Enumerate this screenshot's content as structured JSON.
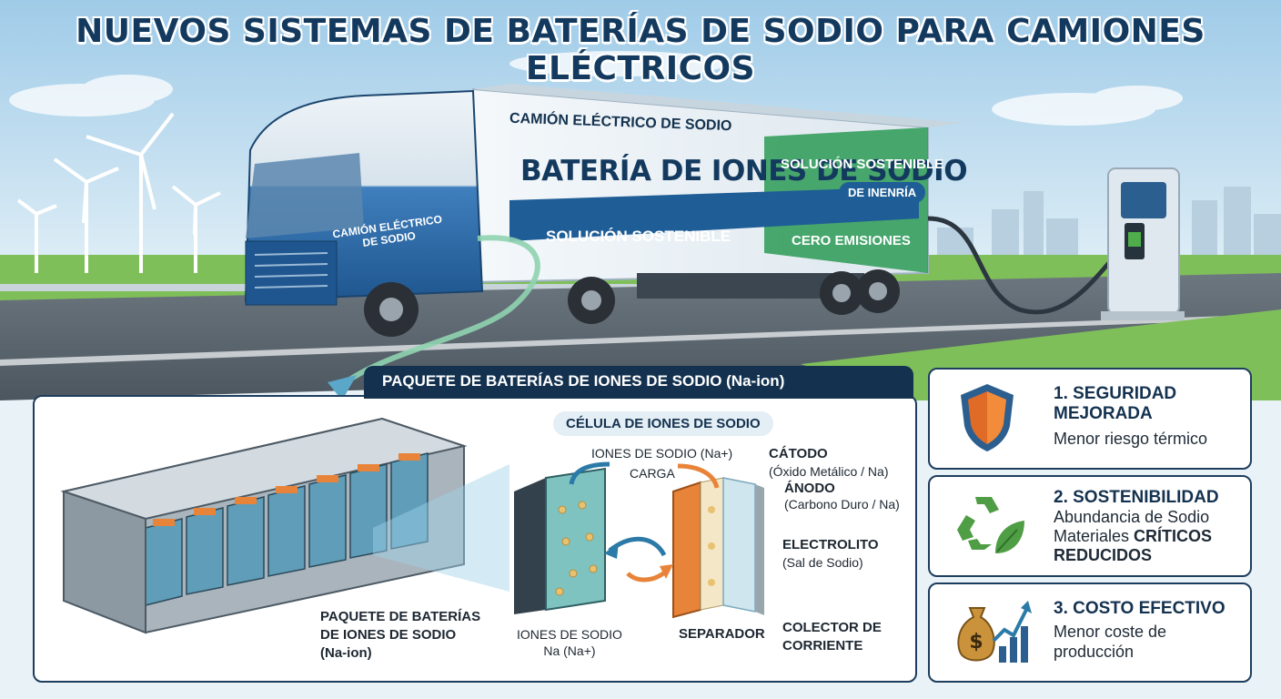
{
  "title": "NUEVOS SISTEMAS DE BATERÍAS DE SODIO PARA CAMIONES ELÉCTRICOS",
  "truck": {
    "cab_label_1": "CAMIÓN ELÉCTRICO",
    "cab_label_2": "DE SODIO",
    "trailer_top": "CAMIÓN ELÉCTRICO DE SODIO",
    "trailer_main": "BATERÍA DE IONES DE SODIO",
    "trailer_right_top": "SOLUCIÓN SOSTENIBLE",
    "trailer_badge": "DE INENRÍA",
    "trailer_bottom_left": "SOLUCIÓN SOSTENIBLE",
    "trailer_bottom_right": "CERO EMISIONES"
  },
  "pack_panel": {
    "header": "PAQUETE DE BATERÍAS DE IONES DE SODIO (Na-ion)",
    "pack_label_1": "PAQUETE DE BATERÍAS",
    "pack_label_2": "DE IONES DE SODIO",
    "pack_label_3": "(Na-ion)",
    "cell_header": "CÉLULA DE IONES DE SODIO",
    "ions_top": "IONES DE SODIO (Na+)",
    "carga": "CARGA",
    "catodo": "CÁTODO",
    "catodo_sub": "(Óxido Metálico / Na)",
    "anodo": "ÁNODO",
    "anodo_sub": "(Carbono Duro / Na)",
    "electrolito": "ELECTROLITO",
    "electrolito_sub": "(Sal de Sodio)",
    "ions_bottom_1": "IONES DE SODIO",
    "ions_bottom_2": "Na (Na+)",
    "separador": "SEPARADOR",
    "colector_1": "COLECTOR DE",
    "colector_2": "CORRIENTE"
  },
  "benefits": [
    {
      "title_1": "1. SEGURIDAD",
      "title_2": "MEJORADA",
      "desc_1": "Menor riesgo térmico",
      "icon": "shield-icon"
    },
    {
      "title_1": "2. SOSTENIBILIDAD",
      "desc_1": "Abundancia de Sodio",
      "desc_2a": "Materiales ",
      "desc_2b": "CRÍTICOS",
      "desc_3": "REDUCIDOS",
      "icon": "recycle-leaf-icon"
    },
    {
      "title_1": "3. COSTO EFECTIVO",
      "desc_1": "Menor coste de",
      "desc_2": "producción",
      "icon": "money-growth-icon"
    }
  ],
  "colors": {
    "navy": "#14324f",
    "truck_blue": "#2f6fae",
    "green": "#4f9d45",
    "orange": "#e8843a"
  }
}
